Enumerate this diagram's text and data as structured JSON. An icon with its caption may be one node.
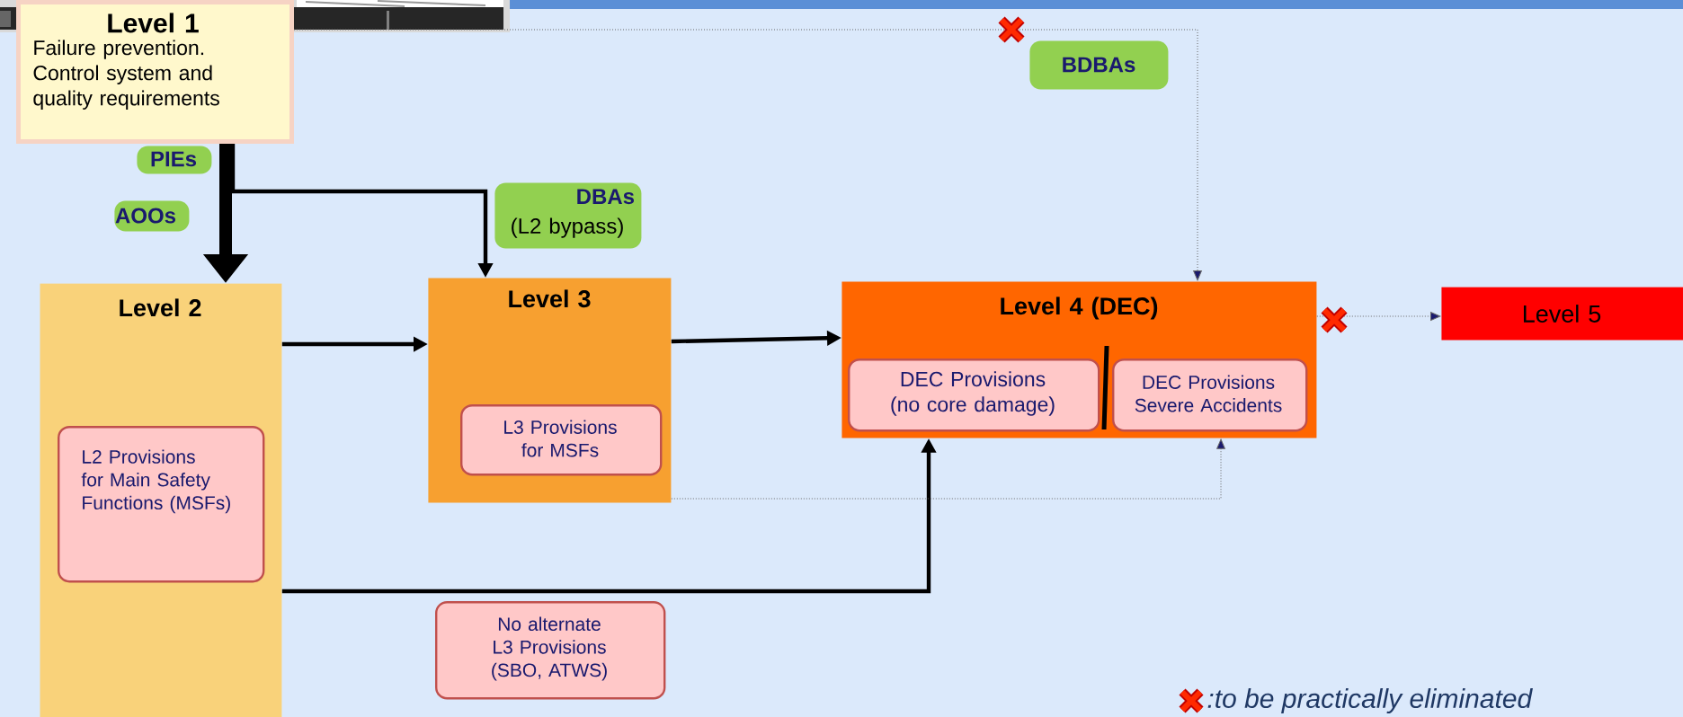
{
  "diagram": {
    "nodes": [
      {
        "text": [
          "Level 1",
          "Failure prevention. Control system and quality requirements"
        ]
      },
      {
        "text": [
          "BDBAs"
        ]
      },
      {
        "text": [
          "PIEs"
        ]
      },
      {
        "text": [
          "DBAs",
          "(L2 bypass)"
        ]
      },
      {
        "text": [
          "AOOs"
        ]
      },
      {
        "text": [
          "Level 2"
        ]
      },
      {
        "text": [
          "Level 3"
        ]
      },
      {
        "text": [
          "Level 4 (DEC)"
        ]
      },
      {
        "text": [
          "Level 5"
        ]
      },
      {
        "text": [
          "DEC Provisions (no core damage)"
        ],
        "in": 7
      },
      {
        "text": [
          "DEC Provisions Severe Accidents"
        ],
        "in": 7
      },
      {
        "text": [
          "L3 Provisions for MSFs"
        ],
        "in": 6
      },
      {
        "text": [
          "L2 Provisions for Main Safety Functions (MSFs)"
        ],
        "in": 5
      },
      {
        "text": [
          "No alternate L3 Provisions (SBO, ATWS)"
        ]
      }
    ],
    "edges": [
      {
        "from": 0,
        "to": 5,
        "arrow": "to",
        "style": "thick"
      },
      {
        "from": 0,
        "to": 6,
        "arrow": "to"
      },
      {
        "from": 0,
        "to": 7,
        "arrow": "to",
        "style": "dashed",
        "color": "#666666"
      },
      {
        "from": 5,
        "to": 6,
        "arrow": "to"
      },
      {
        "from": 6,
        "to": 7,
        "arrow": "to"
      },
      {
        "from": 5,
        "to": 7,
        "arrow": "to"
      },
      {
        "from": 6,
        "to": 7,
        "arrow": "to",
        "style": "dashed",
        "color": "#666666"
      },
      {
        "from": 7,
        "to": 8,
        "arrow": "to",
        "style": "dashed",
        "color": "#666666"
      }
    ],
    "legend": [
      {
        "text": ":to be practically eliminated"
      }
    ]
  }
}
